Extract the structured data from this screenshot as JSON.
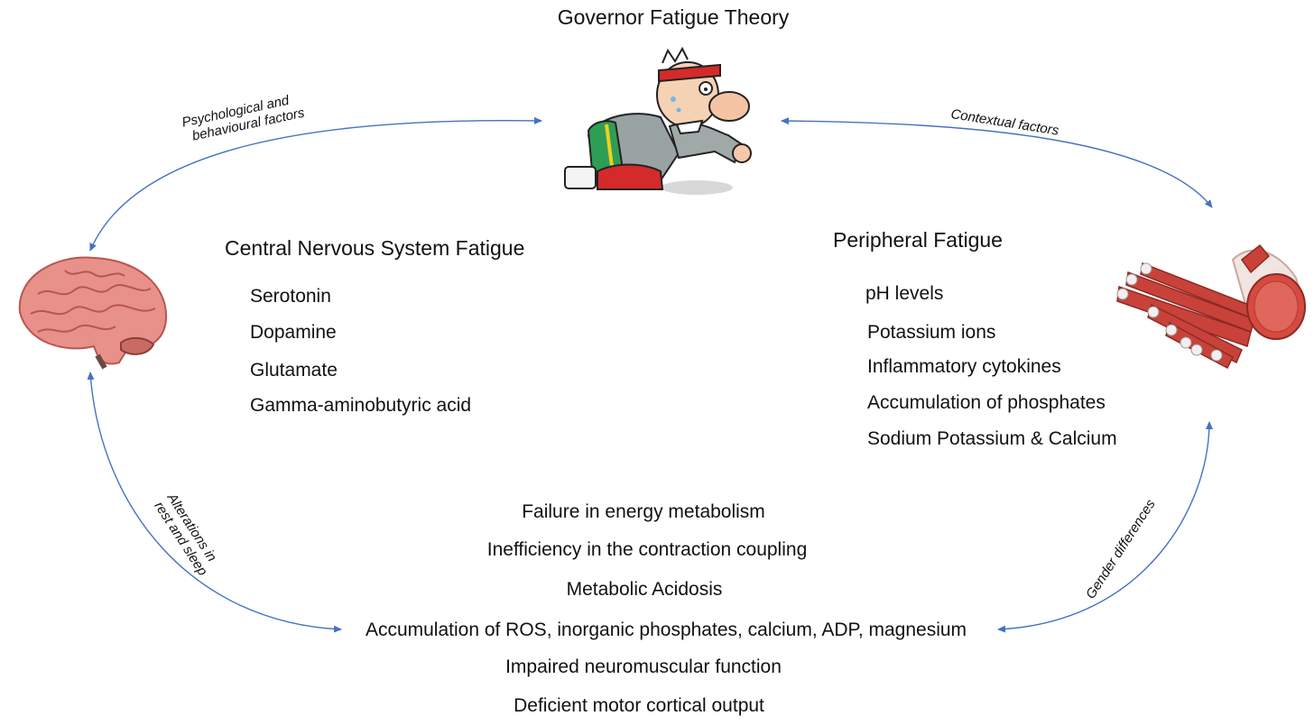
{
  "title": "Governor Fatigue Theory",
  "cns": {
    "heading": "Central Nervous System Fatigue",
    "items": [
      "Serotonin",
      "Dopamine",
      "Glutamate",
      "Gamma-aminobutyric  acid"
    ]
  },
  "peripheral": {
    "heading": "Peripheral Fatigue",
    "items": [
      "pH levels",
      "Potassium ions",
      "Inflammatory cytokines",
      "Accumulation of phosphates",
      "Sodium Potassium & Calcium"
    ]
  },
  "shared": {
    "items": [
      "Failure in energy metabolism",
      "Inefficiency in the contraction coupling",
      "Metabolic Acidosis",
      "Accumulation of ROS, inorganic phosphates,  calcium, ADP, magnesium",
      "Impaired neuromuscular  function",
      "Deficient motor cortical output"
    ]
  },
  "arrow_labels": {
    "psychological_line1": "Psychological and",
    "psychological_line2": "behavioural factors",
    "contextual": "Contextual factors",
    "rest_line1": "Alterations in",
    "rest_line2": "rest and sleep",
    "gender": "Gender differences"
  },
  "images": {
    "runner": "exhausted-runner-cartoon",
    "brain": "brain-illustration",
    "muscle": "muscle-fibers-illustration"
  },
  "colors": {
    "arrow": "#4472c4",
    "brain": "#e8908a",
    "muscle": "#c8423a"
  }
}
